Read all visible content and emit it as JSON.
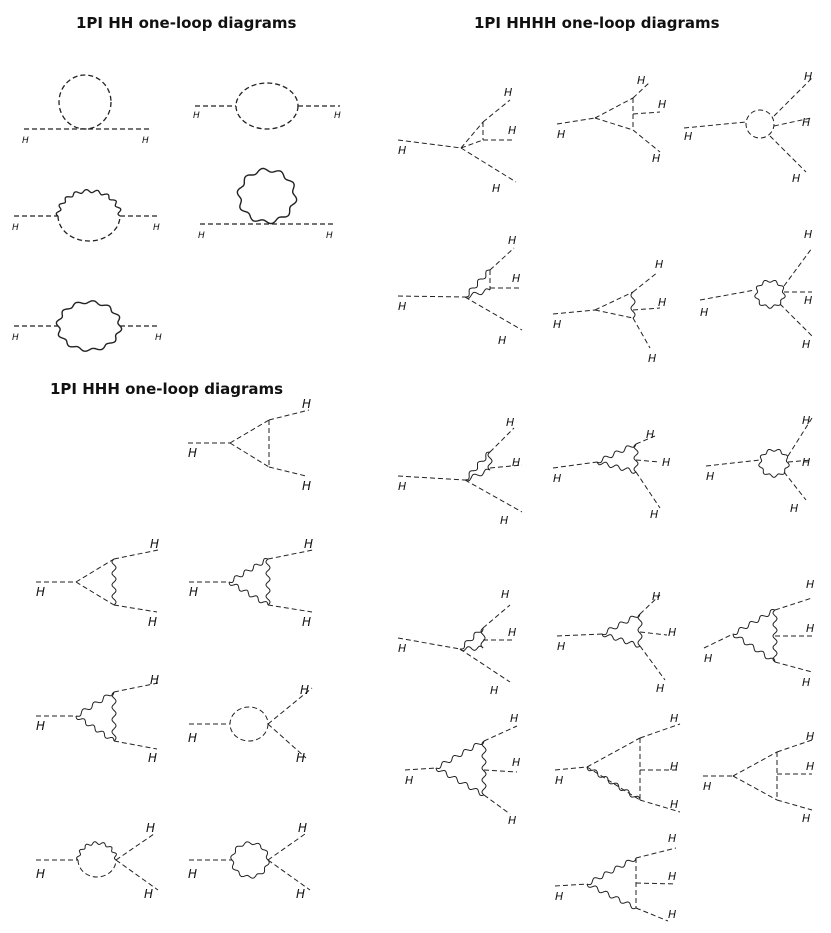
{
  "sections": {
    "hh": {
      "title": "1PI HH one-loop diagrams"
    },
    "hhh": {
      "title": "1PI HHH one-loop diagrams"
    },
    "hhhh": {
      "title": "1PI HHHH one-loop diagrams"
    }
  },
  "particle_label": "H",
  "diagram_counts": {
    "hh": 5,
    "hhh": 7,
    "hhhh": 16
  }
}
